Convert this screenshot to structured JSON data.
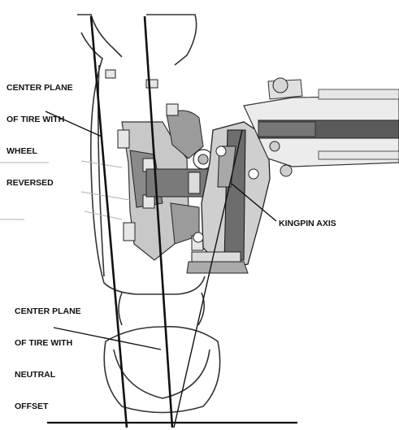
{
  "labels": {
    "reversed": [
      "CENTER PLANE",
      "OF TIRE WITH",
      "WHEEL",
      "REVERSED"
    ],
    "kingpin": "KINGPIN AXIS",
    "neutral": [
      "CENTER PLANE",
      "OF TIRE WITH",
      "NEUTRAL",
      "OFFSET"
    ]
  },
  "colors": {
    "ink": "#111111",
    "casting": "#bdbdbd",
    "dark_part": "#6f6f6f",
    "axle": "#5a5a5a",
    "background": "#ffffff"
  }
}
